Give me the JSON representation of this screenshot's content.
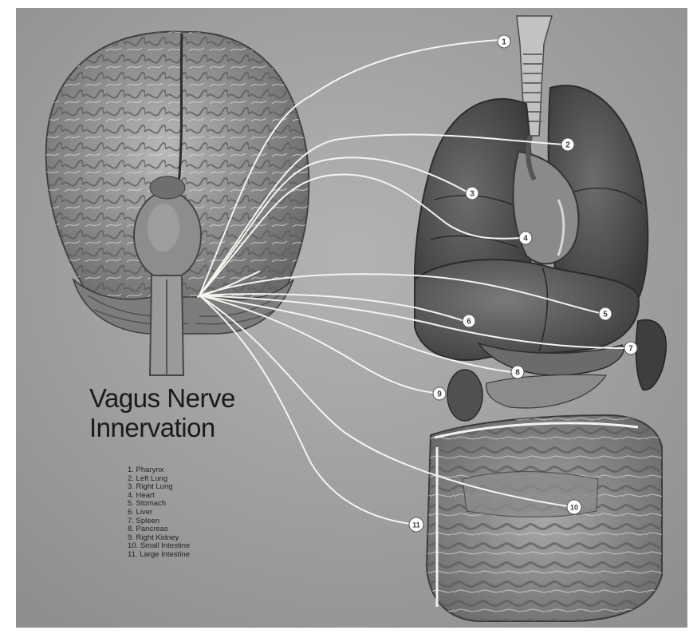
{
  "title": {
    "line1": "Vagus Nerve",
    "line2": "Innervation"
  },
  "legend": [
    "1. Pharynx",
    "2. Left Lung",
    "3. Right Lung",
    "4. Heart",
    "5. Stomach",
    "6. Liver",
    "7. Spleen",
    "8. Pancreas",
    "9. Right Kidney",
    "10. Small Intestine",
    "11. Large Intestine"
  ],
  "markers": [
    "1",
    "2",
    "3",
    "4",
    "5",
    "6",
    "7",
    "8",
    "9",
    "10",
    "11"
  ],
  "colors": {
    "background": "#9e9e9e",
    "nerve": "#f4f4f0",
    "organ_dark": "#3c3c3c",
    "text": "#1a1a1a"
  }
}
